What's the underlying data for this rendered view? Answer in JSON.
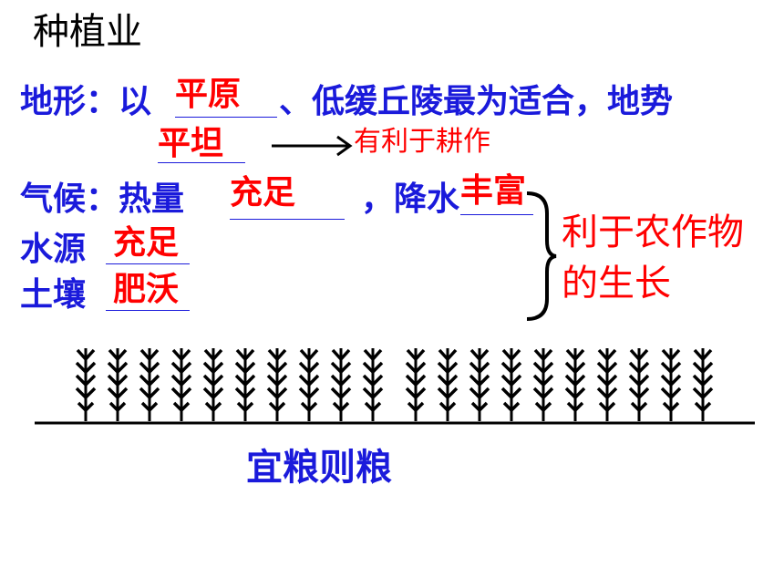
{
  "title": "种植业",
  "terrain": {
    "label": "地形：以",
    "answer1": "平原",
    "middle": "、低缓丘陵最为适合，地势",
    "answer2": "平坦",
    "effect": "有利于耕作"
  },
  "climate": {
    "label": "气候：热量",
    "answer_heat": "充足",
    "sep": "，降水",
    "answer_rain": "丰富"
  },
  "water": {
    "label": "水源",
    "answer": "充足"
  },
  "soil": {
    "label": "土壤",
    "answer": "肥沃"
  },
  "brace_note": {
    "line1": "利于农作物",
    "line2": "的生长"
  },
  "caption": "宜粮则粮",
  "colors": {
    "blue": "#1a1adb",
    "red": "#ff0000",
    "black": "#000000"
  },
  "icons": {
    "crop": "wheat-stalk-icon",
    "arrow": "arrow-right-icon",
    "brace": "right-curly-brace-icon"
  }
}
